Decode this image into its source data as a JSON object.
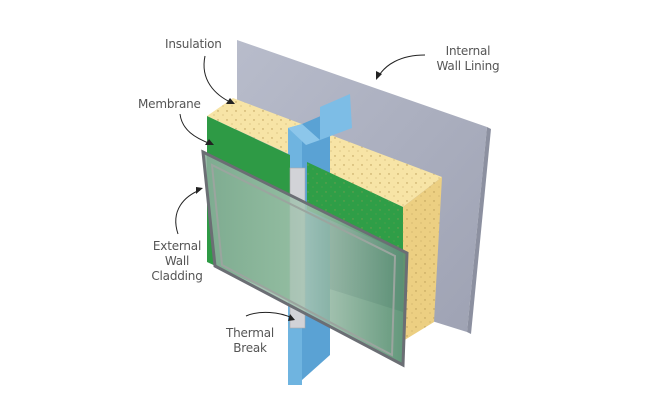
{
  "labels": {
    "insulation": "Insulation",
    "internal_wall_lining": [
      "Internal",
      "Wall Lining"
    ],
    "membrane": "Membrane",
    "external_wall_cladding": [
      "External",
      "Wall",
      "Cladding"
    ],
    "thermal_break": [
      "Thermal",
      "Break"
    ]
  },
  "colors": {
    "wall_lining": "#a9adbd",
    "insulation": "#f3dc96",
    "membrane": "#2e9a45",
    "stud": "#6fb4e0",
    "cladding": "#8fb39f",
    "thermal_break": "#cfd0d4"
  }
}
